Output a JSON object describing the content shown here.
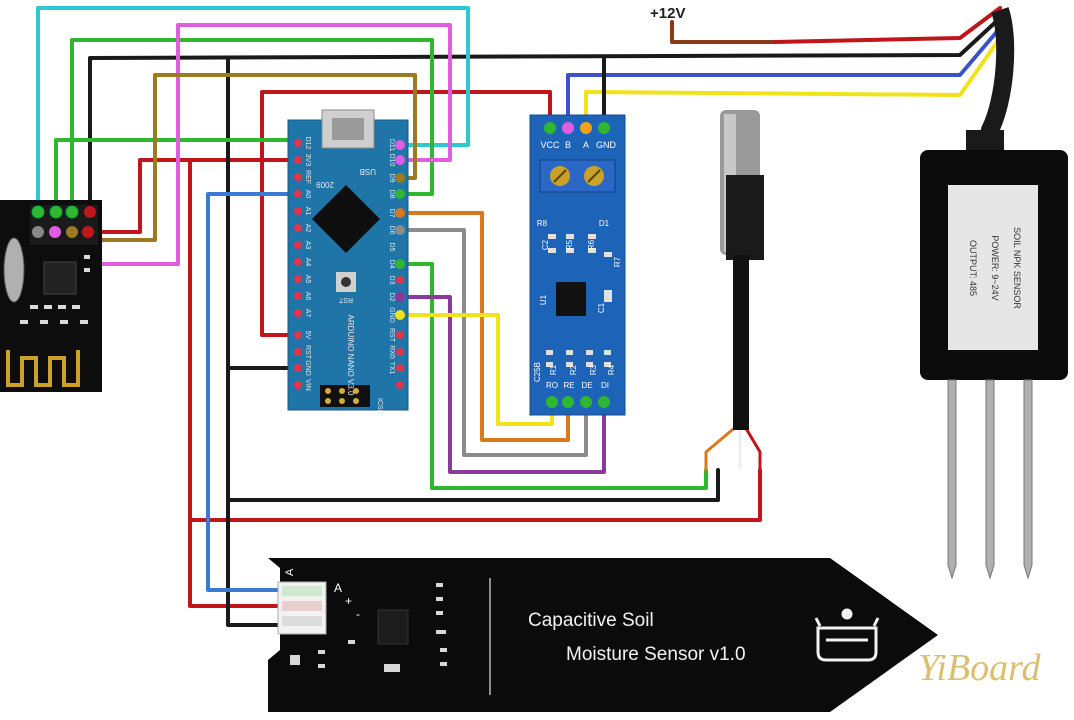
{
  "power": {
    "label": "+12V"
  },
  "rs485": {
    "top_pins": [
      "VCC",
      "B",
      "A",
      "GND"
    ],
    "bottom_pins": [
      "RO",
      "RE",
      "DE",
      "DI"
    ],
    "parts": [
      "R8",
      "D1",
      "C2",
      "R5",
      "R6",
      "R7",
      "U1",
      "C1",
      "C25B",
      "R1",
      "R2",
      "R3",
      "R4"
    ]
  },
  "arduino": {
    "usb_label": "USB",
    "year": "2009",
    "rst": "RST",
    "board_name": "ARDUINO NANO V3.0",
    "left_pins": [
      "D12",
      "3V3",
      "REF",
      "A0",
      "A1",
      "A2",
      "A3",
      "A4",
      "A5",
      "A6",
      "A7",
      "5V",
      "RST",
      "GND",
      "VIN"
    ],
    "right_pins": [
      "D11",
      "D10",
      "D9",
      "D8",
      "D7",
      "D6",
      "D5",
      "D4",
      "D3",
      "D2",
      "GND",
      "RST",
      "RX0",
      "TX1"
    ],
    "icsp": "ICSP"
  },
  "npk_sensor": {
    "line1": "SOIL NPK SENSOR",
    "line2": "POWER: 9~24V",
    "line3": "OUTPUT: 485"
  },
  "moisture_sensor": {
    "title_line1": "Capacitive Soil",
    "title_line2": "Moisture Sensor v1.0",
    "pin_a": "A",
    "pin_labels": [
      "A",
      "+",
      "-"
    ]
  },
  "watermark": {
    "text": "YiBoard"
  },
  "colors": {
    "red": "#c0161b",
    "black": "#1a1a1a",
    "blue": "#2f5fd0",
    "yellow": "#f2e21a",
    "green": "#2fb82f",
    "cyan": "#2ec8d0",
    "magenta": "#e05ce0",
    "olive": "#9c7a22",
    "orange": "#d9781f",
    "gray": "#8c8c8c",
    "purple": "#8a3a9a",
    "brown": "#8a3a14",
    "wireblue": "#3b7bd4",
    "pcb_blue": "#1f74a8",
    "pcb_black": "#111111",
    "module_blue": "#1d63b8"
  }
}
